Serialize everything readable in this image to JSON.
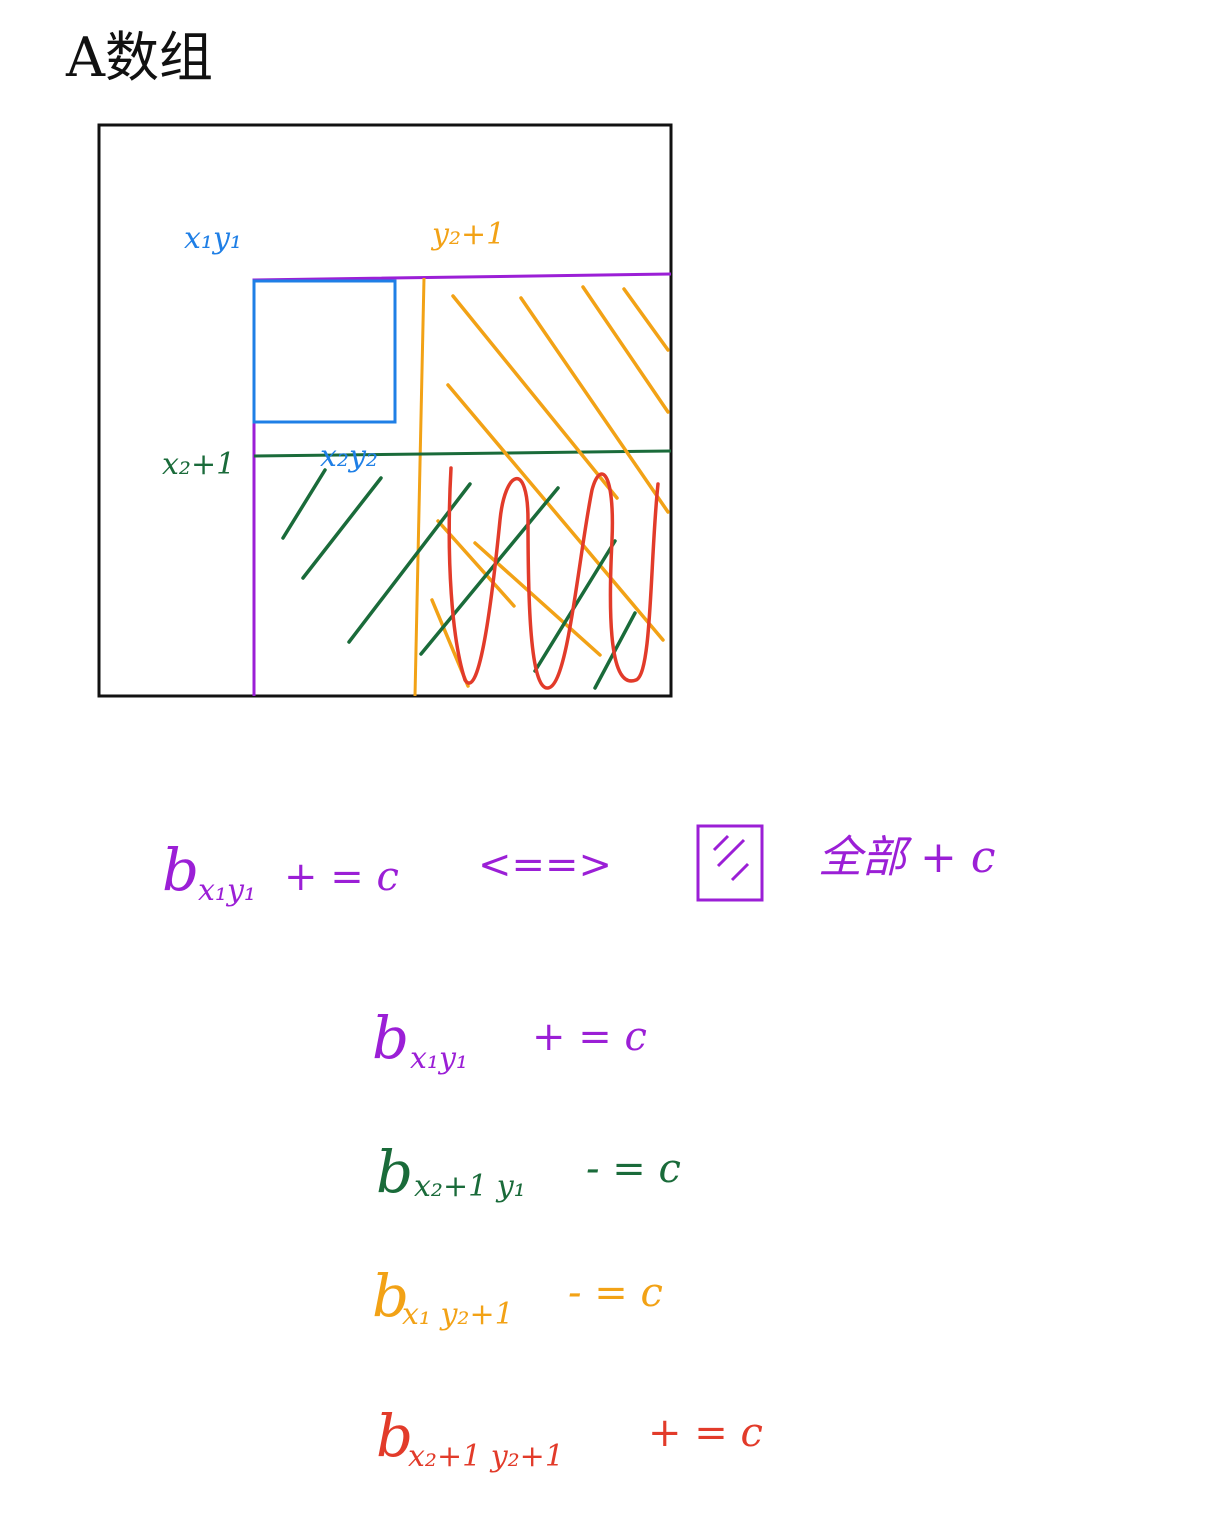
{
  "title": "A数组",
  "colors": {
    "black": "#111111",
    "blue": "#1f7fe6",
    "purple": "#9b1fd6",
    "green": "#1a6b3a",
    "orange": "#f2a216",
    "red": "#e23b2a"
  },
  "labels": {
    "x1y1": "x₁y₁",
    "y2plus1": "y₂+1",
    "x2plus1": "x₂+1",
    "x2y2": "x₂y₂"
  },
  "top_equation": {
    "lhs_base": "b",
    "lhs_sub": "x₁y₁",
    "op": "+ = c",
    "arrow": "<==>",
    "rhs_text": "全部 + c"
  },
  "equations": [
    {
      "base": "b",
      "sub": "x₁y₁",
      "op": "+ = c",
      "color": "purple"
    },
    {
      "base": "b",
      "sub": "x₂+1 y₁",
      "op": "- = c",
      "color": "green"
    },
    {
      "base": "b",
      "sub": "x₁ y₂+1",
      "op": "- = c",
      "color": "orange"
    },
    {
      "base": "b",
      "sub": "x₂+1 y₂+1",
      "op": "+ = c",
      "color": "red"
    }
  ]
}
